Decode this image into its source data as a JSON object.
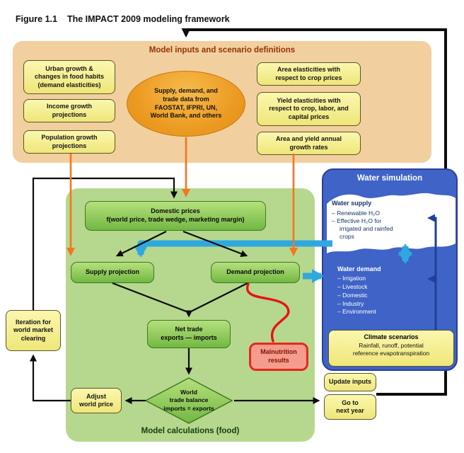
{
  "figure": {
    "label": "Figure 1.1",
    "title": "The IMPACT 2009 modeling framework"
  },
  "colors": {
    "panel_tan": "#f2cf9e",
    "box_yellow": "#f5ee8e",
    "panel_green": "#b6d88e",
    "box_green": "#8cc63f",
    "panel_blue": "#3f63c6",
    "arrow_orange": "#f4761f",
    "arrow_cyan": "#2fa8df",
    "arrow_navy": "#20409a",
    "arrow_black": "#0d0d0d",
    "malnutrition_red": "#e8281a"
  },
  "inputs": {
    "title": "Model inputs and scenario definitions",
    "urban": "Urban growth &\nchanges in food habits\n(demand elasticities)",
    "income": "Income growth\nprojections",
    "population": "Population growth\nprojections",
    "ellipse": "Supply, demand, and\ntrade data from\nFAOSTAT, IFPRI, UN,\nWorld Bank, and others",
    "area_elasticities": "Area elasticities with\nrespect to crop prices",
    "yield_elasticities": "Yield elasticities with\nrespect to crop, labor, and\ncapital prices",
    "growth_rates": "Area and yield annual\ngrowth rates"
  },
  "water": {
    "title": "Water simulation",
    "supply_title": "Water supply",
    "supply_items": [
      "–  Renewable H₂O",
      "–  Effective H₂O for\nirrigated and rainfed\ncrops"
    ],
    "demand_title": "Water demand",
    "demand_items": [
      "–  Irrigation",
      "–  Livestock",
      "–  Domestic",
      "–  Industry",
      "–  Environment"
    ],
    "climate_title": "Climate scenarios",
    "climate_body": "Rainfall, runoff, potential\nreference evapotranspiration"
  },
  "calc": {
    "title": "Model calculations (food)",
    "domestic_prices": "Domestic prices\nf(world price, trade wedge, marketing margin)",
    "supply_projection": "Supply projection",
    "demand_projection": "Demand projection",
    "net_trade": "Net trade\nexports — imports",
    "malnutrition": "Malnutrition\nresults",
    "trade_balance": "World\ntrade balance\nimports = exports"
  },
  "side": {
    "iteration": "Iteration for\nworld market\nclearing",
    "adjust": "Adjust\nworld price",
    "update": "Update inputs",
    "next_year": "Go to\nnext year"
  }
}
